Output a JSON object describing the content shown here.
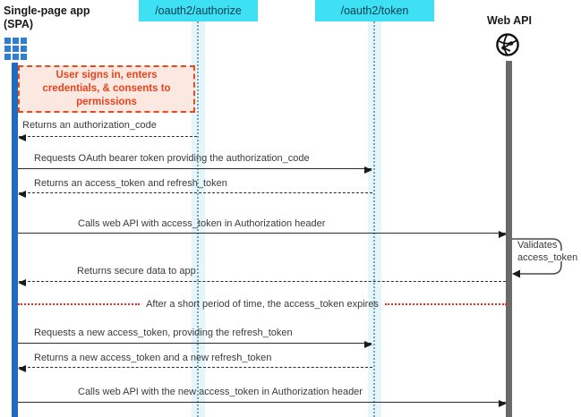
{
  "diagram_type": "oauth2-sequence-diagram",
  "actors": {
    "spa": {
      "name_line1": "Single-page app",
      "name_line2": "(SPA)",
      "icon": "app-grid-icon"
    },
    "oauth_authorize": {
      "label": "/oauth2/authorize"
    },
    "oauth_token": {
      "label": "/oauth2/token"
    },
    "web_api": {
      "label": "Web API",
      "icon": "globe-api-icon"
    }
  },
  "note": {
    "text": "User signs in, enters credentials, & consents to permissions",
    "attached_to": "spa"
  },
  "messages": [
    {
      "label": "Returns an authorization_code",
      "from": "oauth_authorize",
      "to": "spa",
      "style": "dashed"
    },
    {
      "label": "Requests OAuth bearer token providing the authorization_code",
      "from": "spa",
      "to": "oauth_token",
      "style": "solid"
    },
    {
      "label": "Returns an access_token and refresh_token",
      "from": "oauth_token",
      "to": "spa",
      "style": "dashed"
    },
    {
      "label": "Calls web API with access_token in Authorization header",
      "from": "spa",
      "to": "web_api",
      "style": "solid"
    },
    {
      "label": "Returns secure data to app",
      "from": "web_api",
      "to": "spa",
      "style": "dashed"
    },
    {
      "label": "Requests a new access_token, providing the refresh_token",
      "from": "spa",
      "to": "oauth_token",
      "style": "solid"
    },
    {
      "label": "Returns a new access_token and a new refresh_token",
      "from": "oauth_token",
      "to": "spa",
      "style": "dashed"
    },
    {
      "label": "Calls web API with the new access_token in Authorization header",
      "from": "spa",
      "to": "web_api",
      "style": "solid"
    }
  ],
  "self_message": {
    "label_line1": "Validates",
    "label_line2": "access_token",
    "actor": "web_api"
  },
  "separator": {
    "label": "After a short period of time, the access_token expires"
  },
  "colors": {
    "endpoint_box": "#3ee0f4",
    "endpoint_text": "#0b3c50",
    "spa_bar": "#1e6bbf",
    "spa_icon": "#2e7fd4",
    "webapi_bar": "#6a6a6a",
    "lifeline_strip": "#e2f6fb",
    "lifeline_dots": "#8a9aa2",
    "note_border": "#e84a1f",
    "note_fill": "#fae8e1",
    "note_text": "#e8431c",
    "separator_line": "#ff2222",
    "message_line": "#2b2b2b",
    "message_text": "#3a3a3a"
  }
}
